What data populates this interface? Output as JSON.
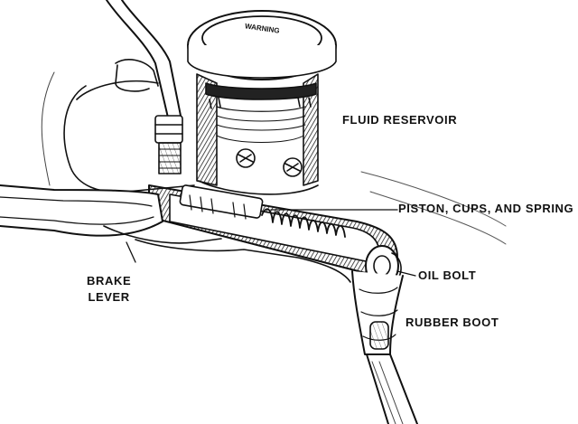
{
  "labels": {
    "fluid_reservoir": "FLUID RESERVOIR",
    "piston": "PISTON, CUPS, AND SPRING",
    "oil_bolt": "OIL BOLT",
    "rubber_boot": "RUBBER BOOT",
    "brake_lever_line1": "BRAKE",
    "brake_lever_line2": "LEVER",
    "cap_warning": "WARNING"
  },
  "colors": {
    "ink": "#111111",
    "paper": "#ffffff",
    "shade": "#3a3a3a"
  }
}
